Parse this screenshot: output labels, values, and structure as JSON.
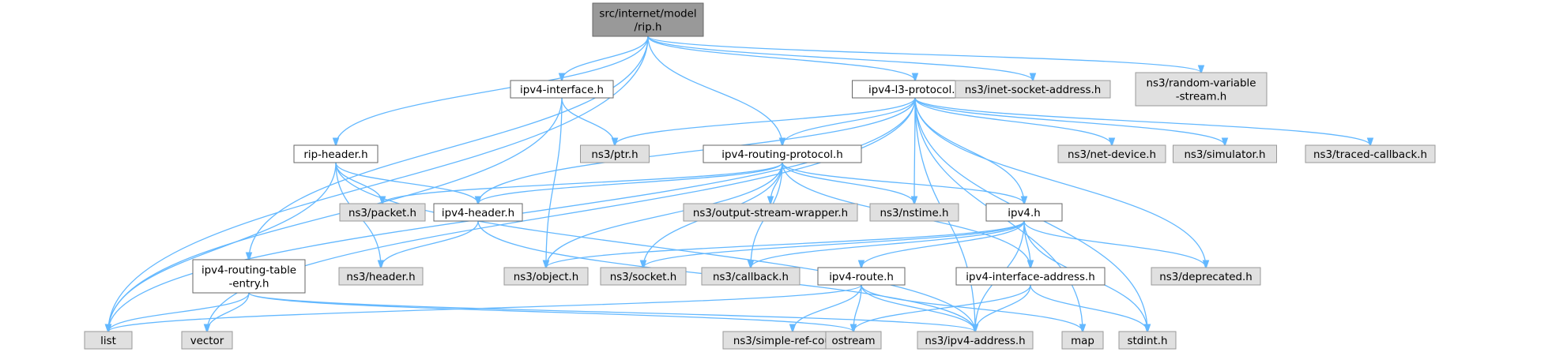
{
  "colors": {
    "root_fill": "#999999",
    "root_stroke": "#666666",
    "local_fill": "#ffffff",
    "local_stroke": "#666666",
    "external_fill": "#e0e0e0",
    "external_stroke": "#999999",
    "edge": "#63b8ff",
    "text": "#000000"
  },
  "nodes": {
    "rip": [
      "src/internet/model",
      "/rip.h"
    ],
    "ipv4_interface": [
      "ipv4-interface.h"
    ],
    "ipv4_l3_protocol": [
      "ipv4-l3-protocol.h"
    ],
    "inet_socket_address": [
      "ns3/inet-socket-address.h"
    ],
    "random_variable_stream": [
      "ns3/random-variable",
      "-stream.h"
    ],
    "rip_header": [
      "rip-header.h"
    ],
    "ns3_ptr": [
      "ns3/ptr.h"
    ],
    "ipv4_routing_protocol": [
      "ipv4-routing-protocol.h"
    ],
    "net_device": [
      "ns3/net-device.h"
    ],
    "simulator": [
      "ns3/simulator.h"
    ],
    "traced_callback": [
      "ns3/traced-callback.h"
    ],
    "packet": [
      "ns3/packet.h"
    ],
    "ipv4_header": [
      "ipv4-header.h"
    ],
    "output_stream_wrapper": [
      "ns3/output-stream-wrapper.h"
    ],
    "nstime": [
      "ns3/nstime.h"
    ],
    "ipv4": [
      "ipv4.h"
    ],
    "ipv4_routing_table_entry": [
      "ipv4-routing-table",
      "-entry.h"
    ],
    "header": [
      "ns3/header.h"
    ],
    "object": [
      "ns3/object.h"
    ],
    "socket": [
      "ns3/socket.h"
    ],
    "callback": [
      "ns3/callback.h"
    ],
    "ipv4_route": [
      "ipv4-route.h"
    ],
    "ipv4_interface_address": [
      "ipv4-interface-address.h"
    ],
    "deprecated": [
      "ns3/deprecated.h"
    ],
    "list": [
      "list"
    ],
    "vector": [
      "vector"
    ],
    "simple_ref_count": [
      "ns3/simple-ref-count.h"
    ],
    "ostream": [
      "ostream"
    ],
    "ipv4_address": [
      "ns3/ipv4-address.h"
    ],
    "map": [
      "map"
    ],
    "stdint": [
      "stdint.h"
    ]
  },
  "edges": [
    [
      "rip",
      "ipv4_interface"
    ],
    [
      "rip",
      "ipv4_l3_protocol"
    ],
    [
      "rip",
      "inet_socket_address"
    ],
    [
      "rip",
      "random_variable_stream"
    ],
    [
      "rip",
      "rip_header"
    ],
    [
      "rip",
      "ipv4_routing_protocol"
    ],
    [
      "rip",
      "ipv4_routing_table_entry"
    ],
    [
      "rip",
      "list"
    ],
    [
      "ipv4_interface",
      "ns3_ptr"
    ],
    [
      "ipv4_interface",
      "object"
    ],
    [
      "ipv4_interface",
      "list"
    ],
    [
      "ipv4_l3_protocol",
      "ns3_ptr"
    ],
    [
      "ipv4_l3_protocol",
      "ipv4_routing_protocol"
    ],
    [
      "ipv4_l3_protocol",
      "net_device"
    ],
    [
      "ipv4_l3_protocol",
      "simulator"
    ],
    [
      "ipv4_l3_protocol",
      "traced_callback"
    ],
    [
      "ipv4_l3_protocol",
      "ipv4_header"
    ],
    [
      "ipv4_l3_protocol",
      "nstime"
    ],
    [
      "ipv4_l3_protocol",
      "ipv4"
    ],
    [
      "ipv4_l3_protocol",
      "deprecated"
    ],
    [
      "ipv4_l3_protocol",
      "list"
    ],
    [
      "ipv4_l3_protocol",
      "vector"
    ],
    [
      "ipv4_l3_protocol",
      "ipv4_address"
    ],
    [
      "ipv4_l3_protocol",
      "map"
    ],
    [
      "ipv4_l3_protocol",
      "stdint"
    ],
    [
      "rip_header",
      "packet"
    ],
    [
      "rip_header",
      "ipv4_header"
    ],
    [
      "rip_header",
      "header"
    ],
    [
      "rip_header",
      "list"
    ],
    [
      "rip_header",
      "ipv4_address"
    ],
    [
      "ipv4_routing_protocol",
      "packet"
    ],
    [
      "ipv4_routing_protocol",
      "ipv4_header"
    ],
    [
      "ipv4_routing_protocol",
      "output_stream_wrapper"
    ],
    [
      "ipv4_routing_protocol",
      "nstime"
    ],
    [
      "ipv4_routing_protocol",
      "ipv4"
    ],
    [
      "ipv4_routing_protocol",
      "object"
    ],
    [
      "ipv4_routing_protocol",
      "socket"
    ],
    [
      "ipv4_routing_protocol",
      "callback"
    ],
    [
      "ipv4_routing_protocol",
      "ipv4_interface_address"
    ],
    [
      "ipv4_header",
      "header"
    ],
    [
      "ipv4_header",
      "ipv4_address"
    ],
    [
      "ipv4",
      "object"
    ],
    [
      "ipv4",
      "socket"
    ],
    [
      "ipv4",
      "callback"
    ],
    [
      "ipv4",
      "ipv4_route"
    ],
    [
      "ipv4",
      "ipv4_interface_address"
    ],
    [
      "ipv4",
      "deprecated"
    ],
    [
      "ipv4",
      "ipv4_address"
    ],
    [
      "ipv4",
      "stdint"
    ],
    [
      "ipv4_routing_table_entry",
      "list"
    ],
    [
      "ipv4_routing_table_entry",
      "vector"
    ],
    [
      "ipv4_routing_table_entry",
      "ostream"
    ],
    [
      "ipv4_routing_table_entry",
      "ipv4_address"
    ],
    [
      "ipv4_route",
      "list"
    ],
    [
      "ipv4_route",
      "simple_ref_count"
    ],
    [
      "ipv4_route",
      "ostream"
    ],
    [
      "ipv4_route",
      "ipv4_address"
    ],
    [
      "ipv4_route",
      "map"
    ],
    [
      "ipv4_interface_address",
      "ostream"
    ],
    [
      "ipv4_interface_address",
      "ipv4_address"
    ],
    [
      "ipv4_interface_address",
      "stdint"
    ]
  ]
}
